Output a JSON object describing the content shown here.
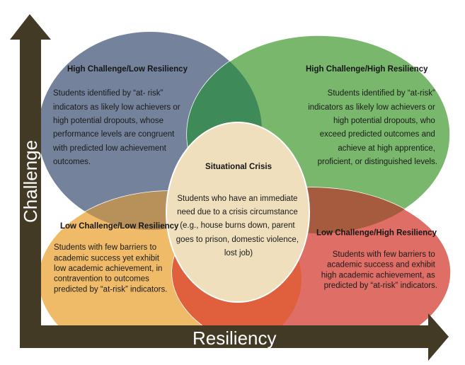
{
  "axes": {
    "y_label": "Challenge",
    "x_label": "Resiliency"
  },
  "colors": {
    "axis": "#433a26",
    "hclr": "#74829b",
    "hchr": "#79b76c",
    "lclr": "#efbb68",
    "lchr": "#df6e66",
    "overlap_top": "#3f8a59",
    "overlap_left": "#b7905a",
    "overlap_right": "#a65a3e",
    "overlap_bottom": "#e05f3d",
    "center": "#efdfbd"
  },
  "quadrants": {
    "hclr": {
      "title": "High Challenge/Low Resiliency",
      "lines": [
        "Students  identified  by “at- risk”",
        "indicators as likely low achievers or",
        "high potential  dropouts, whose",
        "performance levels  are congruent",
        "with predicted low achievement",
        "outcomes."
      ]
    },
    "hchr": {
      "title": "High Challenge/High Resiliency",
      "lines": [
        "Students  identified  by “at-risk”",
        "indicators as likely low achievers or",
        "high potential  dropouts, who",
        "exceed predicted outcomes and",
        "achieve at high apprentice,",
        "proficient, or distinguished levels."
      ]
    },
    "lclr": {
      "title": "Low Challenge/Low Resiliency",
      "lines": [
        "Students with few barriers to",
        "academic success  yet exhibit",
        "low academic achievement, in",
        "contravention to  outcomes",
        "predicted  by “at-risk” indicators."
      ]
    },
    "lchr": {
      "title": "Low Challenge/High Resiliency",
      "lines": [
        "Students with few barriers to",
        "academic success and exhibit",
        "high academic achievement, as",
        "predicted by “at-risk” indicators."
      ]
    },
    "center": {
      "title": "Situational Crisis",
      "lines": [
        "Students who have an immediate",
        "need due to a crisis circumstance",
        "(e.g., house burns down, parent",
        "goes to prison, domestic violence,",
        "lost job)"
      ]
    }
  }
}
